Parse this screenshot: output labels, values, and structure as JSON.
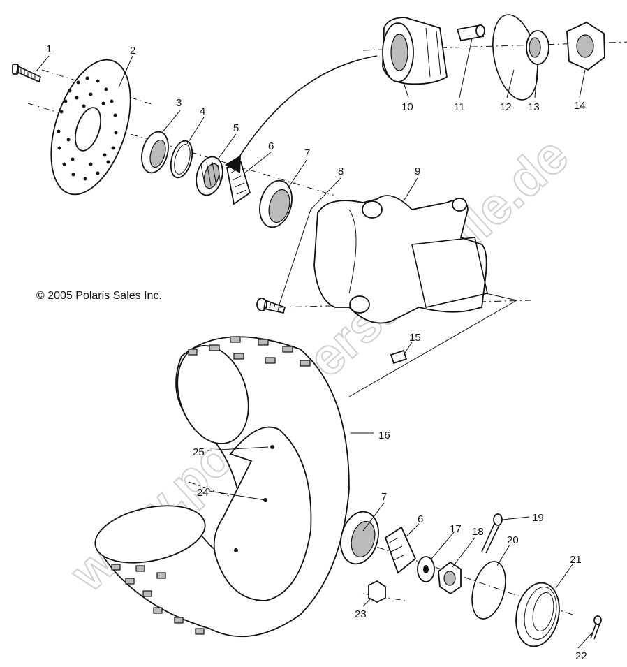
{
  "copyright": "© 2005 Polaris Sales Inc.",
  "watermark": "www.polaris-ersatzteile.de",
  "callouts": [
    "1",
    "2",
    "3",
    "4",
    "5",
    "6",
    "7",
    "8",
    "9",
    "10",
    "11",
    "12",
    "13",
    "14",
    "15",
    "16",
    "25",
    "24",
    "7",
    "6",
    "17",
    "18",
    "19",
    "20",
    "21",
    "23",
    "22"
  ],
  "icons": {
    "bolt": "bolt-icon",
    "disc": "brake-disc-icon",
    "hub": "wheel-hub-icon",
    "tire": "tire-icon",
    "nut": "nut-icon"
  }
}
